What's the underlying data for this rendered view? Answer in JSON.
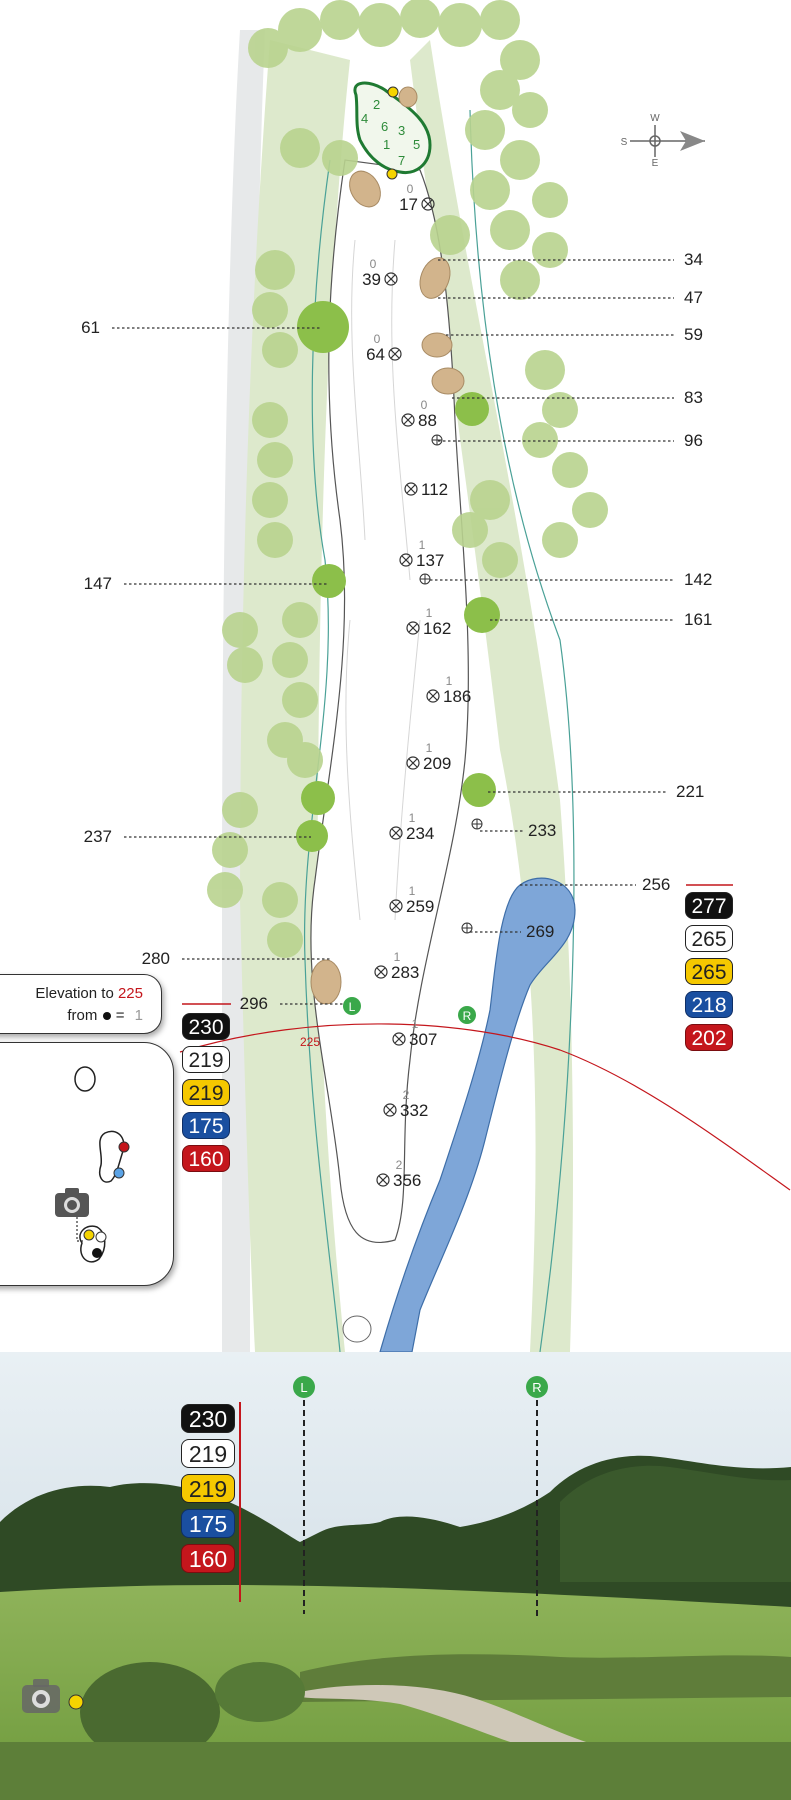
{
  "compass": {
    "north_label": "W",
    "south_label": "S",
    "east_label": "E"
  },
  "green_numbers": [
    "2",
    "4",
    "6",
    "3",
    "1",
    "5",
    "7"
  ],
  "green_elevation": "0",
  "left_distances": [
    {
      "value": "61"
    },
    {
      "value": "147"
    },
    {
      "value": "237"
    },
    {
      "value": "280"
    },
    {
      "value": "296"
    }
  ],
  "right_distances": [
    {
      "value": "34"
    },
    {
      "value": "47"
    },
    {
      "value": "59"
    },
    {
      "value": "83"
    },
    {
      "value": "96"
    },
    {
      "value": "142"
    },
    {
      "value": "161"
    },
    {
      "value": "221"
    },
    {
      "value": "233"
    },
    {
      "value": "256"
    },
    {
      "value": "269"
    }
  ],
  "fairway_markers": [
    {
      "distance": "17",
      "elevation": "0"
    },
    {
      "distance": "39",
      "elevation": "0"
    },
    {
      "distance": "64",
      "elevation": "0"
    },
    {
      "distance": "88",
      "elevation": "0"
    },
    {
      "distance": "112",
      "elevation": ""
    },
    {
      "distance": "137",
      "elevation": "1"
    },
    {
      "distance": "162",
      "elevation": "1"
    },
    {
      "distance": "186",
      "elevation": "1"
    },
    {
      "distance": "209",
      "elevation": "1"
    },
    {
      "distance": "234",
      "elevation": "1"
    },
    {
      "distance": "259",
      "elevation": "1"
    },
    {
      "distance": "283",
      "elevation": "1"
    },
    {
      "distance": "307",
      "elevation": "1"
    },
    {
      "distance": "332",
      "elevation": "2"
    },
    {
      "distance": "356",
      "elevation": "2"
    }
  ],
  "arc_label": "225",
  "tee_markers": {
    "left": "L",
    "right": "R"
  },
  "tee_distances_right": {
    "black": "277",
    "white": "265",
    "yellow": "265",
    "blue": "218",
    "red": "202"
  },
  "tee_distances_left": {
    "black": "230",
    "white": "219",
    "yellow": "219",
    "blue": "175",
    "red": "160"
  },
  "elevation_box": {
    "line1_prefix": "Elevation to",
    "line1_value": "225",
    "line2_prefix": "from",
    "line2_suffix": "=",
    "line2_value": "1"
  },
  "photo_tee_distances": {
    "black": "230",
    "white": "219",
    "yellow": "219",
    "blue": "175",
    "red": "160"
  },
  "photo_markers": {
    "left": "L",
    "right": "R"
  },
  "colors": {
    "rough_green": "#dde9cc",
    "tree_green": "#b9d38f",
    "bunker": "#d2b48c",
    "water": "#7ea6d8",
    "green_outline": "#1f7a32",
    "marker_green": "#3aa84a",
    "tee_black": "#111111",
    "tee_yellow": "#f5c800",
    "tee_blue": "#1a4fa0",
    "tee_red": "#c4161c"
  }
}
